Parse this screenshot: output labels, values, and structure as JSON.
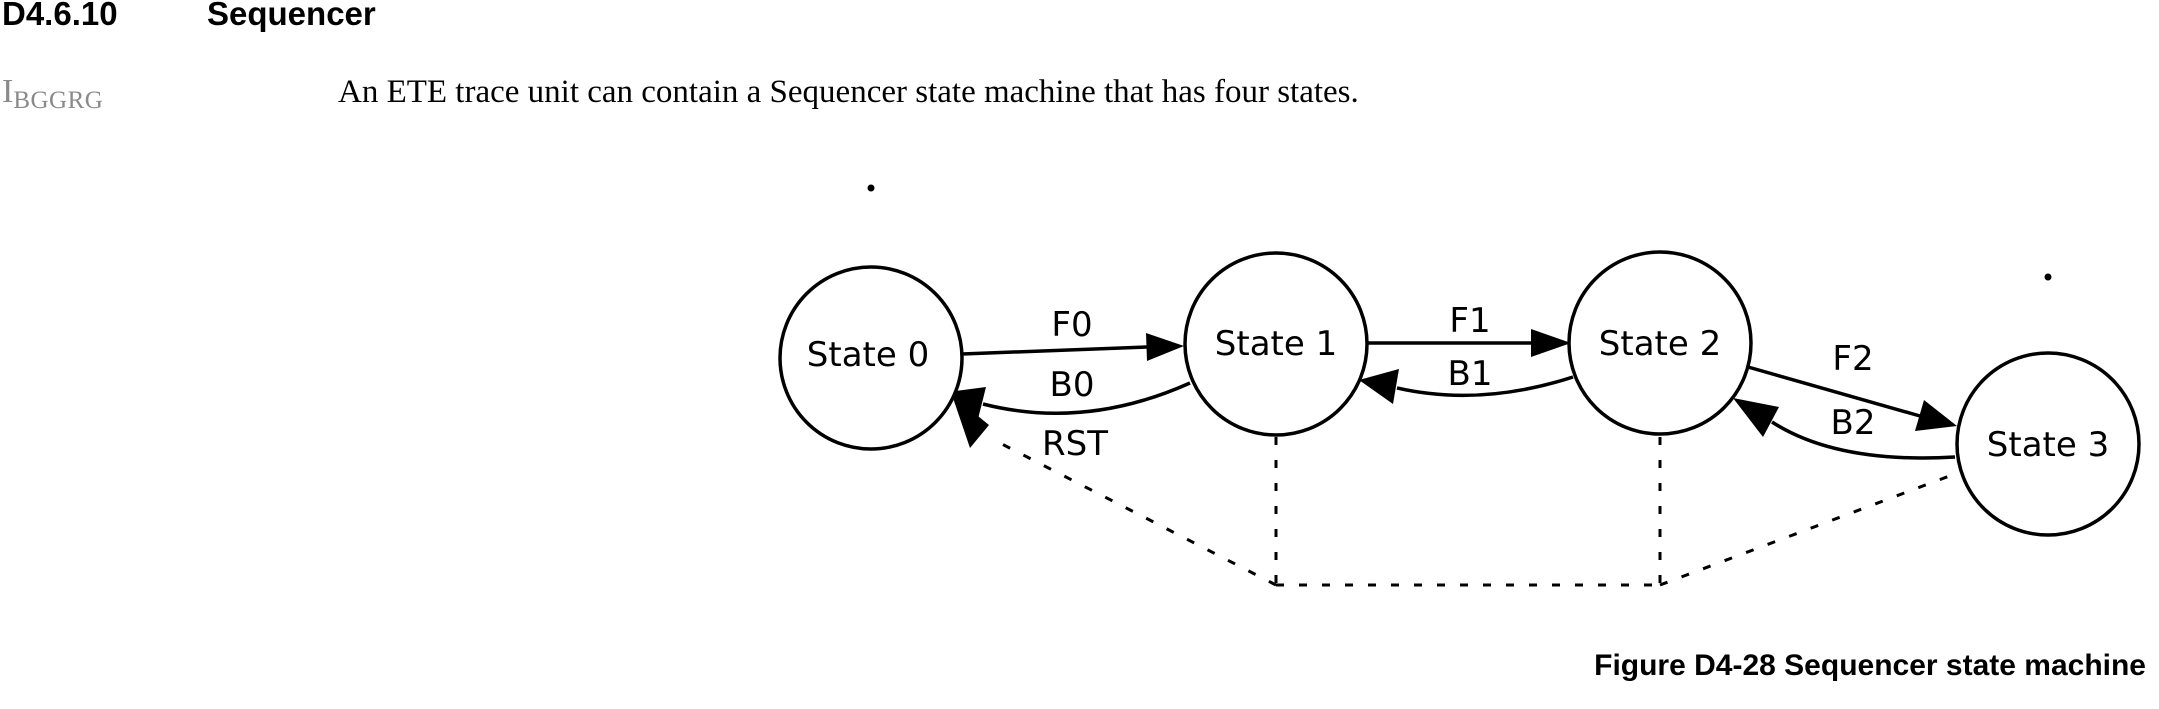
{
  "section": {
    "number": "D4.6.10",
    "title": "Sequencer"
  },
  "rule": {
    "id_first": "I",
    "id_rest": "BGGRG",
    "text": "An ETE trace unit can contain a Sequencer state machine that has four states."
  },
  "diagram": {
    "states": [
      "State 0",
      "State 1",
      "State 2",
      "State 3"
    ],
    "transitions": {
      "forward": [
        "F0",
        "F1",
        "F2"
      ],
      "backward": [
        "B0",
        "B1",
        "B2"
      ],
      "reset": "RST"
    }
  },
  "figure": {
    "caption": "Figure D4-28 Sequencer state machine"
  }
}
